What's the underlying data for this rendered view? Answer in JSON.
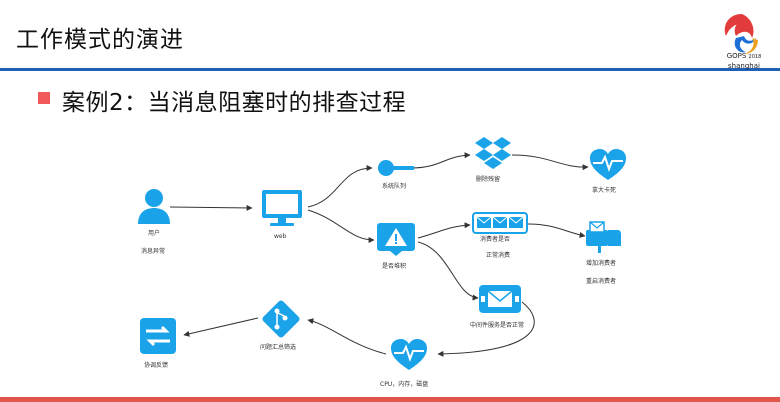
{
  "slide": {
    "title": "工作模式的演进",
    "subtitle": "案例2：当消息阻塞时的排查过程",
    "logo": {
      "line1": "GOPS",
      "year": "2018",
      "line2": "shanghai"
    }
  },
  "nodes": {
    "user": {
      "label1": "用户",
      "label2": "消息异常"
    },
    "web": {
      "label1": "web"
    },
    "queue": {
      "label1": "系统队列"
    },
    "delete": {
      "label1": "删除残留"
    },
    "consumer_health": {
      "label1": "拿大卡死"
    },
    "check": {
      "label1": "是否堆积"
    },
    "consumer_msgs": {
      "label1": "消费者是否",
      "label2": "正常消费"
    },
    "add_consumer": {
      "label1": "增加消费者",
      "label2": "重启消费者"
    },
    "middleware": {
      "label1": "中间件服务是否正常"
    },
    "cpu": {
      "label1": "CPU，内存，磁盘"
    },
    "summary": {
      "label1": "问题汇总筛选"
    },
    "feedback": {
      "label1": "协调反馈"
    }
  },
  "colors": {
    "accent": "#1aa3e8",
    "title_rule": "#1f5fb5",
    "bullet": "#f05a5a",
    "line": "#333333"
  }
}
